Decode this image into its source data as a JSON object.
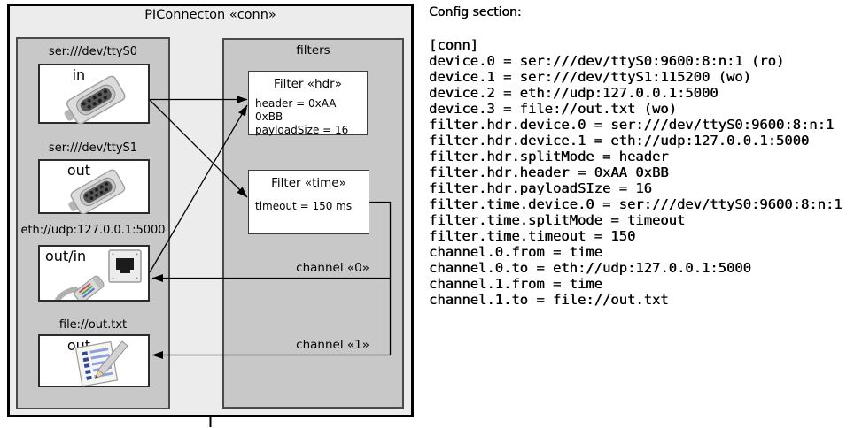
{
  "colors": {
    "outer_fill": "#ececec",
    "group_fill": "#c8c8c8",
    "box_fill": "#ffffff",
    "line_color": "#000000"
  },
  "diagram": {
    "title": "PIConnecton «conn»",
    "devices": [
      {
        "url": "ser:///dev/ttyS0",
        "role": "in",
        "icon": "serial-port"
      },
      {
        "url": "ser:///dev/ttyS1",
        "role": "out",
        "icon": "serial-port"
      },
      {
        "url": "eth://udp:127.0.0.1:5000",
        "role": "out/in",
        "icon": "ethernet"
      },
      {
        "url": "file://out.txt",
        "role": "out",
        "icon": "notepad"
      }
    ],
    "filters_label": "filters",
    "filters": [
      {
        "title": "Filter «hdr»",
        "props": [
          "header = 0xAA 0xBB",
          "payloadSize = 16"
        ]
      },
      {
        "title": "Filter «time»",
        "props": [
          "timeout = 150 ms"
        ]
      }
    ],
    "channels": [
      {
        "label": "channel «0»"
      },
      {
        "label": "channel «1»"
      }
    ]
  },
  "config": {
    "heading": "Config section:",
    "lines": [
      "[conn]",
      "device.0 = ser:///dev/ttyS0:9600:8:n:1 (ro)",
      "device.1 = ser:///dev/ttyS1:115200 (wo)",
      "device.2 = eth://udp:127.0.0.1:5000",
      "device.3 = file://out.txt (wo)",
      "filter.hdr.device.0 = ser:///dev/ttyS0:9600:8:n:1",
      "filter.hdr.device.1 = eth://udp:127.0.0.1:5000",
      "filter.hdr.splitMode = header",
      "filter.hdr.header = 0xAA 0xBB",
      "filter.hdr.payloadSIze = 16",
      "filter.time.device.0 = ser:///dev/ttyS0:9600:8:n:1",
      "filter.time.splitMode = timeout",
      "filter.time.timeout = 150",
      "channel.0.from = time",
      "channel.0.to = eth://udp:127.0.0.1:5000",
      "channel.1.from = time",
      "channel.1.to = file://out.txt"
    ]
  }
}
